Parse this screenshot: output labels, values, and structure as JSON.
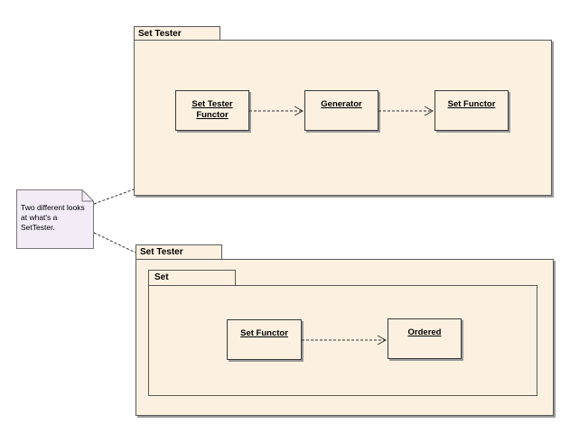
{
  "top_package": {
    "label": "Set Tester"
  },
  "top_nodes": {
    "set_tester_functor": "Set Tester\nFunctor",
    "generator": "Generator",
    "set_functor": "Set Functor"
  },
  "note": {
    "text": "Two different looks at what's a SetTester."
  },
  "bottom_package": {
    "label": "Set Tester"
  },
  "inner_package": {
    "label": "Set"
  },
  "bottom_nodes": {
    "set_functor": "Set Functor",
    "ordered": "Ordered"
  }
}
